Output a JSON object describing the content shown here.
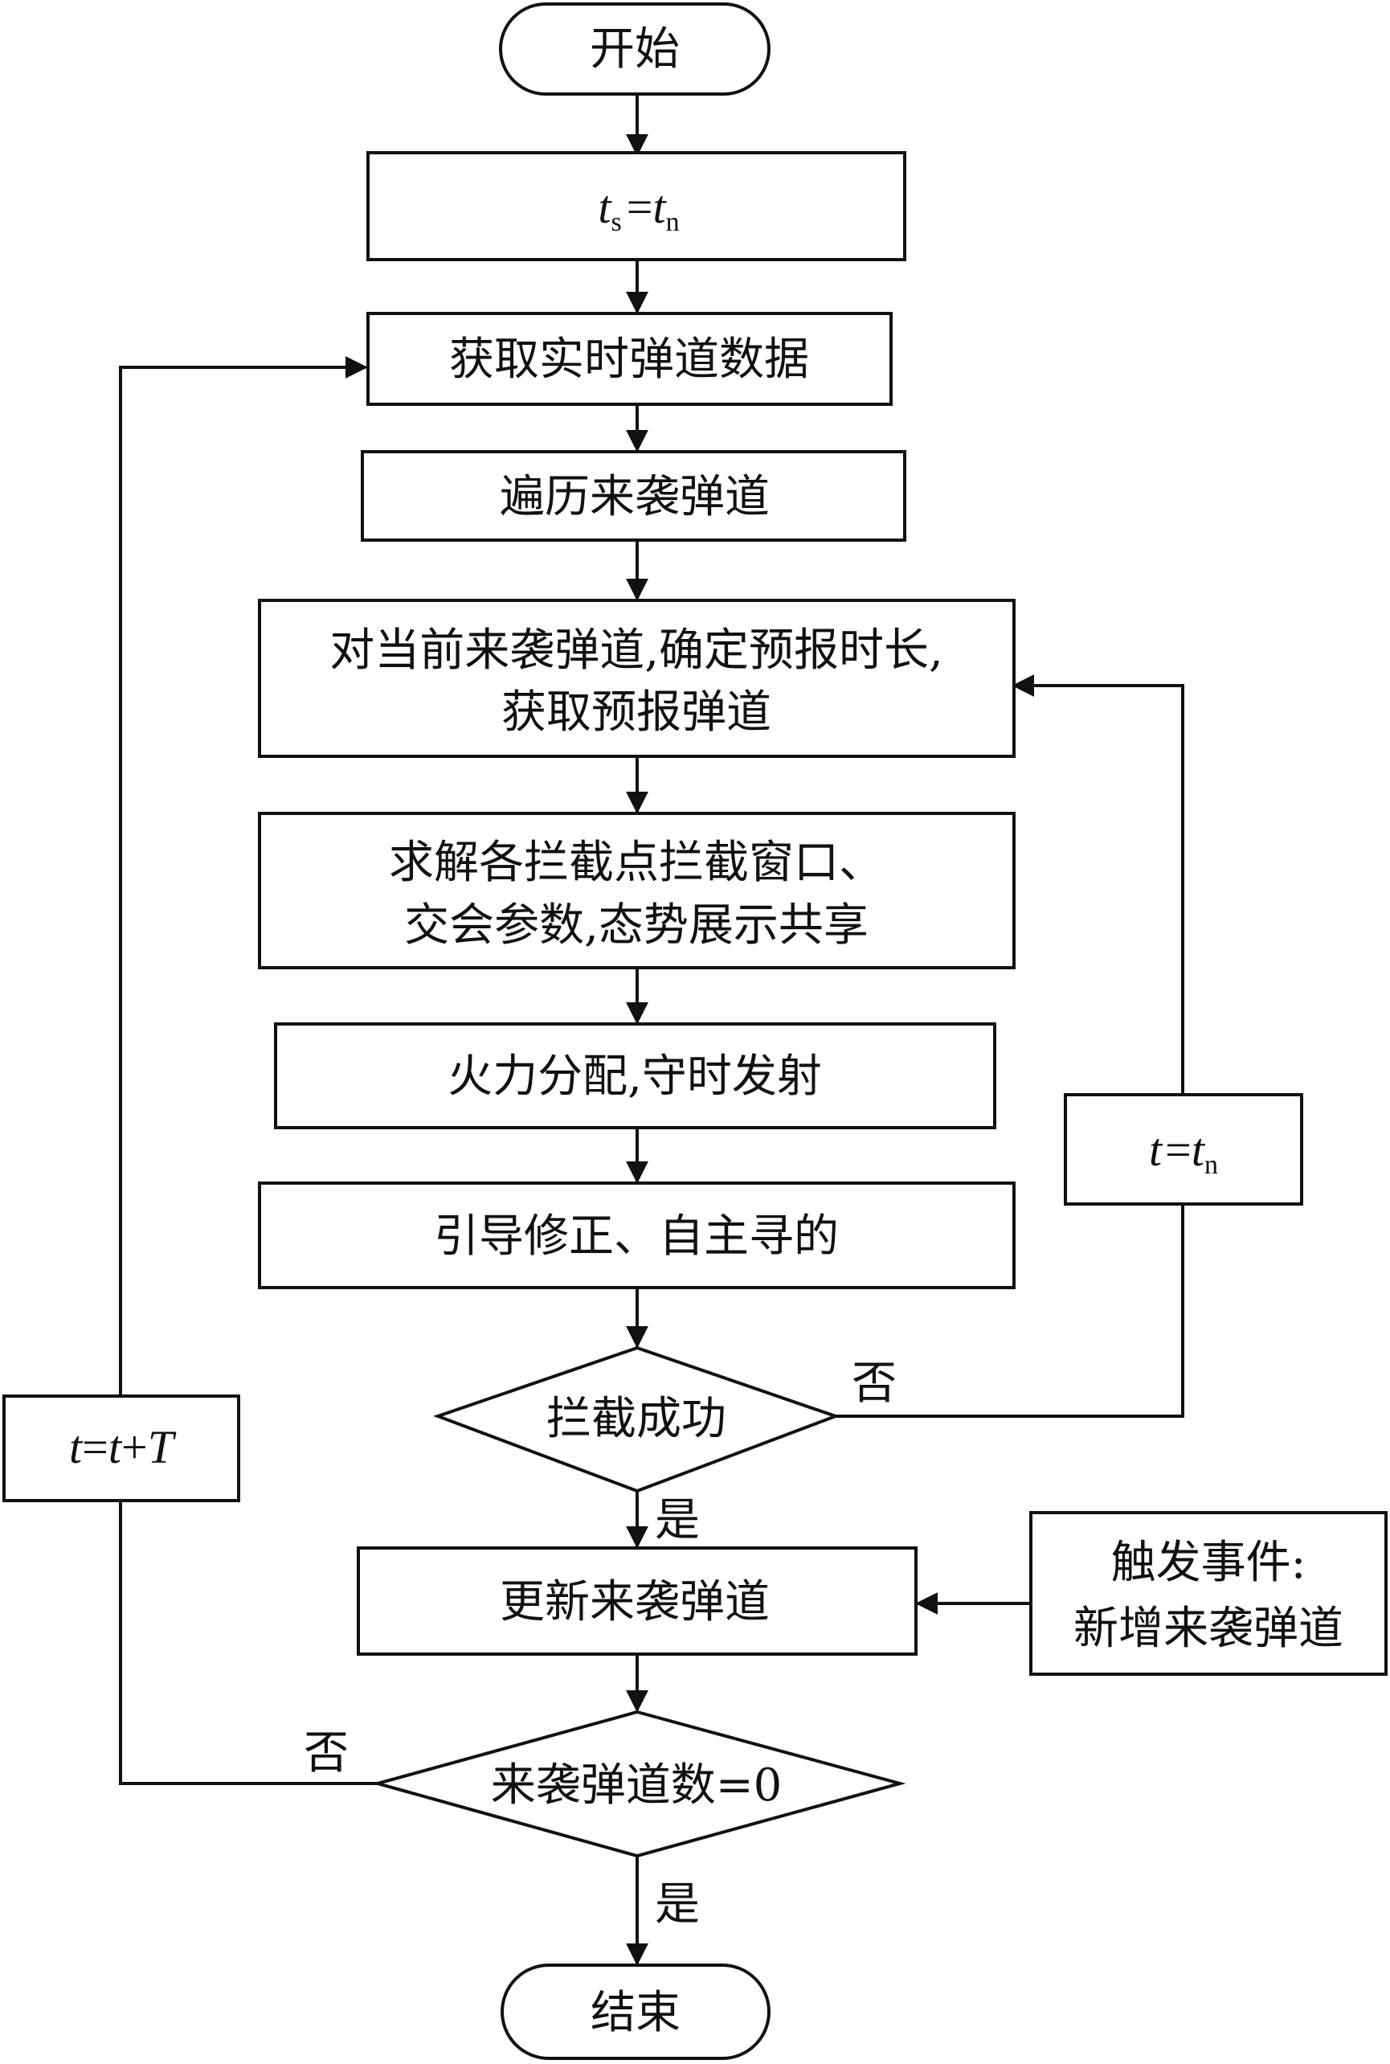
{
  "nodes": {
    "start": "开始",
    "ts_eq_tn": {
      "t": "t",
      "s": "s",
      "eq": "=",
      "t2": "t",
      "n": "n"
    },
    "get_data": "获取实时弹道数据",
    "traverse": "遍历来袭弹道",
    "forecast": [
      "对当前来袭弹道,确定预报时长,",
      "获取预报弹道"
    ],
    "solve": [
      "求解各拦截点拦截窗口、",
      "交会参数,态势展示共享"
    ],
    "fire": "火力分配,守时发射",
    "guide": "引导修正、自主寻的",
    "intercept": "拦截成功",
    "update": "更新来袭弹道",
    "trigger": [
      "触发事件:",
      "新增来袭弹道"
    ],
    "count_zero": "来袭弹道数=0",
    "end": "结束",
    "t_eq_tn": {
      "t": "t",
      "eq": "=",
      "t2": "t",
      "n": "n"
    },
    "t_step": {
      "t": "t",
      "eq": "=",
      "t2": "t",
      "plus": "+",
      "T": "T"
    }
  },
  "labels": {
    "no_intercept": "否",
    "yes_intercept": "是",
    "no_count": "否",
    "yes_count": "是"
  }
}
